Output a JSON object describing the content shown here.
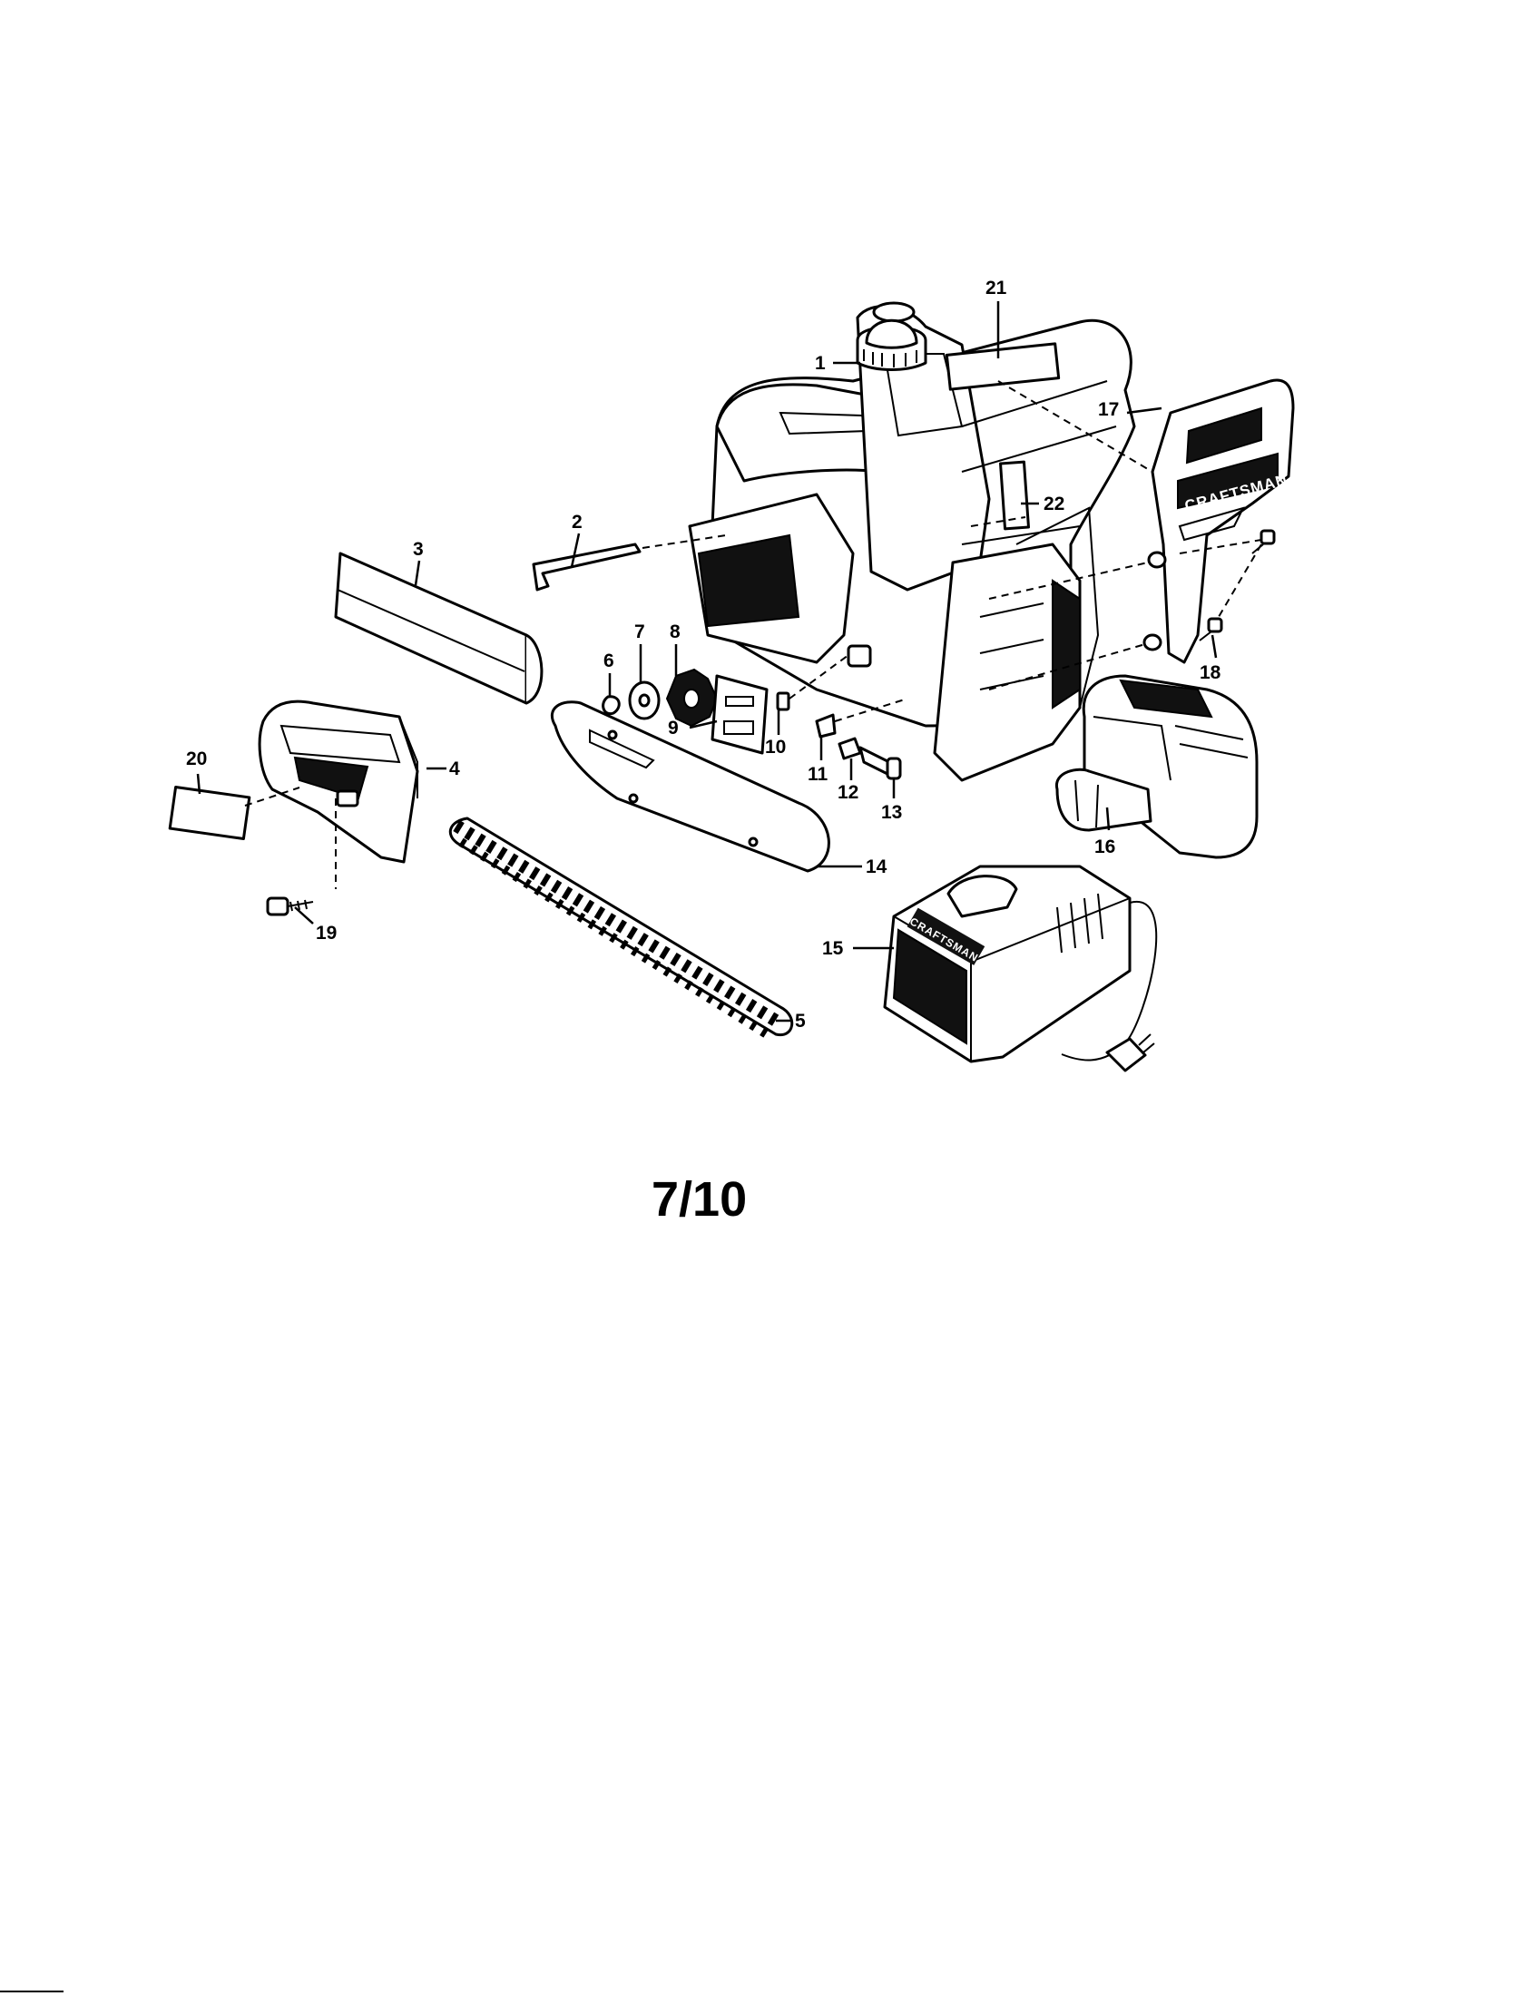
{
  "page_number": "7/10",
  "brand_text": "CRAFTSMAN",
  "callouts": [
    "1",
    "2",
    "3",
    "4",
    "5",
    "6",
    "7",
    "8",
    "9",
    "10",
    "11",
    "12",
    "13",
    "14",
    "15",
    "16",
    "17",
    "18",
    "19",
    "20",
    "21",
    "22"
  ]
}
